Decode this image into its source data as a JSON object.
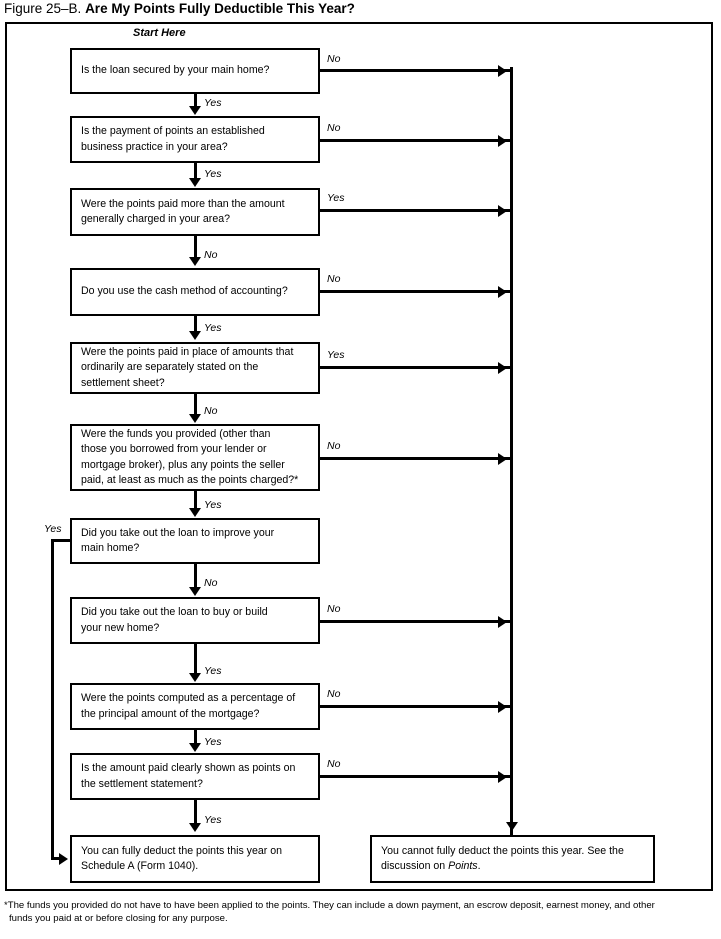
{
  "figure": {
    "number": "Figure 25–B.",
    "title": "Are My Points Fully Deductible This Year?",
    "start_label": "Start Here"
  },
  "labels": {
    "yes": "Yes",
    "no": "No"
  },
  "nodes": [
    {
      "id": "q1",
      "text": "Is the loan secured by your main home?",
      "yes": "Yes",
      "no": "No",
      "exit_side": "No"
    },
    {
      "id": "q2",
      "text": "Is the payment of points an established\nbusiness practice in your area?",
      "yes": "Yes",
      "no": "No",
      "exit_side": "No"
    },
    {
      "id": "q3",
      "text": "Were the points paid more than the amount\ngenerally charged in your area?",
      "yes": "Yes",
      "no": "No",
      "exit_side": "Yes"
    },
    {
      "id": "q4",
      "text": "Do you use the cash method of accounting?",
      "yes": "Yes",
      "no": "No",
      "exit_side": "No"
    },
    {
      "id": "q5",
      "text": "Were the points paid in place of amounts that\nordinarily are separately stated on the\nsettlement sheet?",
      "yes": "Yes",
      "no": "No",
      "exit_side": "Yes"
    },
    {
      "id": "q6",
      "text": "Were the funds you provided (other than\nthose you borrowed from your lender or\nmortgage broker), plus any points the seller\npaid, at least as much as the points charged?*",
      "yes": "Yes",
      "no": "No",
      "exit_side": "No"
    },
    {
      "id": "q7",
      "text": "Did you take out the loan to improve your\nmain home?",
      "yes": "Yes",
      "no": "No",
      "exit_side": "Yes-left"
    },
    {
      "id": "q8",
      "text": "Did you take out the loan to buy or build\nyour new home?",
      "yes": "Yes",
      "no": "No",
      "exit_side": "No"
    },
    {
      "id": "q9",
      "text": "Were the points computed as a percentage of\nthe principal amount of the mortgage?",
      "yes": "Yes",
      "no": "No",
      "exit_side": "No"
    },
    {
      "id": "q10",
      "text": "Is the amount paid clearly shown as points on\nthe settlement statement?",
      "yes": "Yes",
      "no": "No",
      "exit_side": "No"
    }
  ],
  "outcomes": {
    "deductible": "You can fully deduct the points this year on\nSchedule A (Form 1040).",
    "not_deductible_pre": "You cannot fully deduct the points this year. See the\ndiscussion on ",
    "not_deductible_italic": "Points",
    "not_deductible_post": "."
  },
  "edge_labels": {
    "q1_down": "Yes",
    "q1_right": "No",
    "q2_down": "Yes",
    "q2_right": "No",
    "q3_down": "No",
    "q3_right": "Yes",
    "q4_down": "Yes",
    "q4_right": "No",
    "q5_down": "No",
    "q5_right": "Yes",
    "q6_down": "Yes",
    "q6_right": "No",
    "q7_down": "No",
    "q7_left": "Yes",
    "q8_down": "Yes",
    "q8_right": "No",
    "q9_down": "Yes",
    "q9_right": "No",
    "q10_down": "Yes",
    "q10_right": "No"
  },
  "footnote": {
    "line1": "*The funds you provided do not have to have been applied to the points. They can include a down payment, an escrow deposit, earnest money, and other",
    "line2": "funds you paid at or before closing for any purpose."
  },
  "colors": {
    "ink": "#000000",
    "paper": "#ffffff"
  }
}
